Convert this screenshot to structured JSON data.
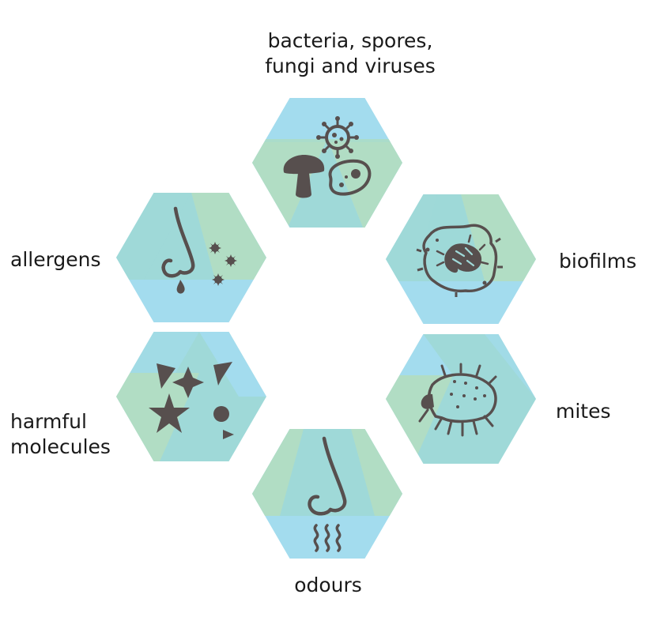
{
  "colors": {
    "blue": "#a3dcee",
    "green": "#b1ddc4",
    "teal": "#9fd9d8",
    "icon": "#574f4e",
    "text": "#1a1a1a"
  },
  "categories": [
    {
      "id": "microbes",
      "label_lines": [
        "bacteria, spores,",
        "fungi and viruses"
      ],
      "icon": "virus-mushroom-cell-icon"
    },
    {
      "id": "biofilms",
      "label_lines": [
        "biofilms"
      ],
      "icon": "biofilm-icon"
    },
    {
      "id": "mites",
      "label_lines": [
        "mites"
      ],
      "icon": "mite-icon"
    },
    {
      "id": "odours",
      "label_lines": [
        "odours"
      ],
      "icon": "nose-odour-icon"
    },
    {
      "id": "molecules",
      "label_lines": [
        "harmful",
        "molecules"
      ],
      "icon": "shapes-molecules-icon"
    },
    {
      "id": "allergens",
      "label_lines": [
        "allergens"
      ],
      "icon": "nose-allergen-icon"
    }
  ]
}
